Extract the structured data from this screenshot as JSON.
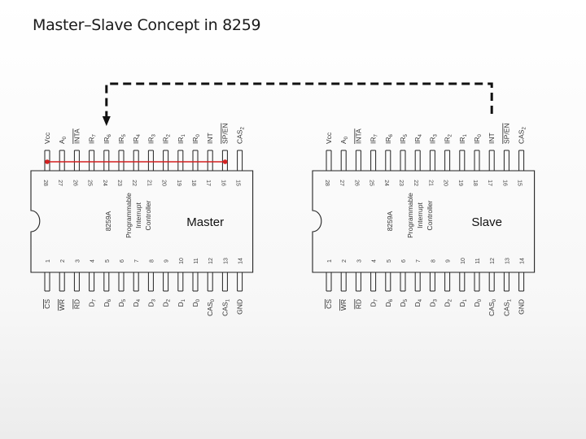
{
  "title": "Master–Slave Concept in 8259",
  "chips": [
    {
      "role": "Master",
      "part": "8259A",
      "description": [
        "Programmable",
        "Interrupt",
        "Controller"
      ],
      "top_pins": [
        {
          "num": "28",
          "label": "Vcc"
        },
        {
          "num": "27",
          "label": "A0"
        },
        {
          "num": "26",
          "label": "INTA",
          "overline": true
        },
        {
          "num": "25",
          "label": "IR7"
        },
        {
          "num": "24",
          "label": "IR6"
        },
        {
          "num": "23",
          "label": "IR5"
        },
        {
          "num": "22",
          "label": "IR4"
        },
        {
          "num": "21",
          "label": "IR3"
        },
        {
          "num": "20",
          "label": "IR2"
        },
        {
          "num": "19",
          "label": "IR1"
        },
        {
          "num": "18",
          "label": "IR0"
        },
        {
          "num": "17",
          "label": "INT"
        },
        {
          "num": "16",
          "label": "SP/EN",
          "overline": true
        },
        {
          "num": "15",
          "label": "CAS2"
        }
      ],
      "bottom_pins": [
        {
          "num": "1",
          "label": "CS",
          "overline": true
        },
        {
          "num": "2",
          "label": "WR",
          "overline": true
        },
        {
          "num": "3",
          "label": "RD",
          "overline": true
        },
        {
          "num": "4",
          "label": "D7"
        },
        {
          "num": "5",
          "label": "D6"
        },
        {
          "num": "6",
          "label": "D5"
        },
        {
          "num": "7",
          "label": "D4"
        },
        {
          "num": "8",
          "label": "D3"
        },
        {
          "num": "9",
          "label": "D2"
        },
        {
          "num": "10",
          "label": "D1"
        },
        {
          "num": "11",
          "label": "D0"
        },
        {
          "num": "12",
          "label": "CAS0"
        },
        {
          "num": "13",
          "label": "CAS1"
        },
        {
          "num": "14",
          "label": "GND"
        }
      ]
    },
    {
      "role": "Slave",
      "part": "8259A",
      "description": [
        "Programmable",
        "Interrupt",
        "Controller"
      ],
      "top_pins": [
        {
          "num": "28",
          "label": "Vcc"
        },
        {
          "num": "27",
          "label": "A0"
        },
        {
          "num": "26",
          "label": "INTA",
          "overline": true
        },
        {
          "num": "25",
          "label": "IR7"
        },
        {
          "num": "24",
          "label": "IR6"
        },
        {
          "num": "23",
          "label": "IR5"
        },
        {
          "num": "22",
          "label": "IR4"
        },
        {
          "num": "21",
          "label": "IR3"
        },
        {
          "num": "20",
          "label": "IR2"
        },
        {
          "num": "19",
          "label": "IR1"
        },
        {
          "num": "18",
          "label": "IR0"
        },
        {
          "num": "17",
          "label": "INT"
        },
        {
          "num": "16",
          "label": "SP/EN",
          "overline": true
        },
        {
          "num": "15",
          "label": "CAS2"
        }
      ],
      "bottom_pins": [
        {
          "num": "1",
          "label": "CS",
          "overline": true
        },
        {
          "num": "2",
          "label": "WR",
          "overline": true
        },
        {
          "num": "3",
          "label": "RD",
          "overline": true
        },
        {
          "num": "4",
          "label": "D7"
        },
        {
          "num": "5",
          "label": "D6"
        },
        {
          "num": "6",
          "label": "D5"
        },
        {
          "num": "7",
          "label": "D4"
        },
        {
          "num": "8",
          "label": "D3"
        },
        {
          "num": "9",
          "label": "D2"
        },
        {
          "num": "10",
          "label": "D1"
        },
        {
          "num": "11",
          "label": "D0"
        },
        {
          "num": "12",
          "label": "CAS0"
        },
        {
          "num": "13",
          "label": "CAS1"
        },
        {
          "num": "14",
          "label": "GND"
        }
      ]
    }
  ],
  "connection": {
    "from": "Slave INT",
    "to": "Master IR6",
    "style": "dashed",
    "color": "#111111"
  },
  "master_pin_highlight_color": "#d42020"
}
